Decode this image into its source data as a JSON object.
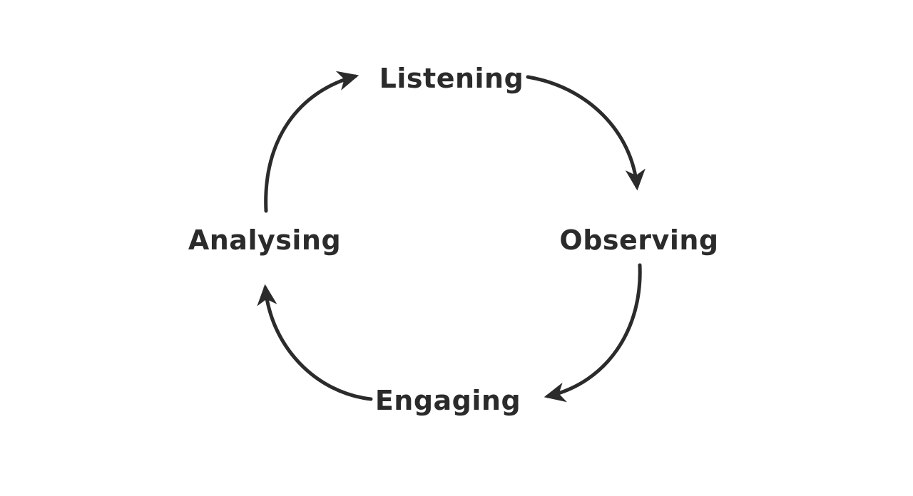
{
  "diagram": {
    "type": "cycle",
    "flow_direction": "clockwise",
    "background_color": "#ffffff",
    "stroke_color": "#2b2b2b",
    "text_color": "#2b2b2b",
    "nodes": [
      {
        "id": "listening",
        "label": "Listening",
        "position": "top"
      },
      {
        "id": "observing",
        "label": "Observing",
        "position": "right"
      },
      {
        "id": "engaging",
        "label": "Engaging",
        "position": "bottom"
      },
      {
        "id": "analysing",
        "label": "Analysing",
        "position": "left"
      }
    ],
    "edges": [
      {
        "from": "analysing",
        "to": "listening",
        "arrowhead": "right"
      },
      {
        "from": "listening",
        "to": "observing",
        "arrowhead": "down"
      },
      {
        "from": "observing",
        "to": "engaging",
        "arrowhead": "left"
      },
      {
        "from": "engaging",
        "to": "analysing",
        "arrowhead": "up"
      }
    ]
  }
}
